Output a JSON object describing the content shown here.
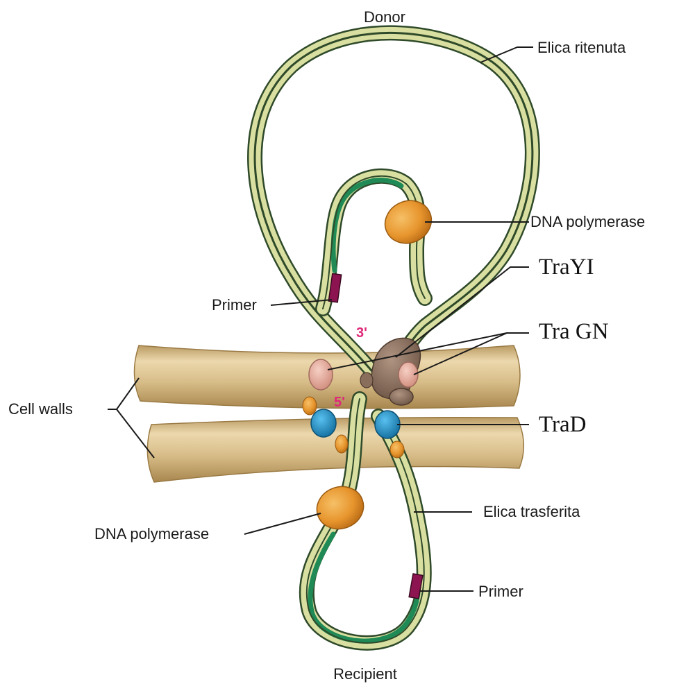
{
  "labels": {
    "donor": "Donor",
    "recipient": "Recipient",
    "elica_ritenuta": "Elica ritenuta",
    "dna_polymerase_top": "DNA polymerase",
    "trayi": "TraYI",
    "tragn": "Tra GN",
    "trad": "TraD",
    "primer_top": "Primer",
    "cell_walls": "Cell walls",
    "elica_trasferita": "Elica trasferita",
    "dna_polymerase_bottom": "DNA polymerase",
    "primer_bottom": "Primer",
    "end_3": "3'",
    "end_5": "5'"
  },
  "colors": {
    "dna_outline": "#2f4a2a",
    "dna_strand": "#d9dfa0",
    "dna_new_strand": "#1f8a55",
    "cell_wall": "#d8bf8a",
    "cell_wall_shadow": "#a8884e",
    "polymerase": "#e7952d",
    "trayi": "#8a6e5c",
    "tragn": "#e6aca0",
    "trad": "#2a93c8",
    "primer": "#8c1450",
    "end_label": "#e0287a"
  }
}
